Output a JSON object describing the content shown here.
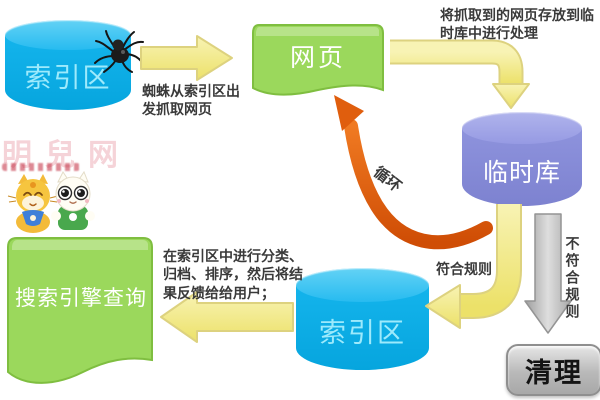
{
  "nodes": {
    "index_top": {
      "label": "索引区",
      "shape": "cylinder",
      "color": "#10b3ec"
    },
    "webpage": {
      "label": "网页",
      "shape": "wavy-document",
      "color": "#9bd85c"
    },
    "temp_store": {
      "label": "临时库",
      "shape": "cylinder",
      "color": "#8b90db"
    },
    "index_bottom": {
      "label": "索引区",
      "shape": "cylinder",
      "color": "#10b3ec"
    },
    "cleanup": {
      "label": "清理",
      "shape": "rounded-box",
      "color": "#bdbdbd"
    },
    "search_query": {
      "label": "搜索引擎查询",
      "shape": "wavy-document",
      "color": "#9bd85c"
    }
  },
  "annotations": {
    "spider_note": "蜘蛛从索引区出\n发抓取网页",
    "store_note": "将抓取到的网页存放到临\n时库中进行处理",
    "loop_label": "循环",
    "match_label": "符合规则",
    "no_match_label": "不符合规则",
    "feedback_note": "在索引区中进行分类、\n归档、排序，然后将结\n果反馈给给用户；"
  },
  "watermark": {
    "text": "明兒网"
  },
  "colors": {
    "arrow_yellow": "#f6f1a6",
    "arrow_yellow_edge": "#ddd27f",
    "arrow_orange": "#e2600f",
    "arrow_gray": "#c9c9c9",
    "note_text": "#3a3a3a"
  }
}
